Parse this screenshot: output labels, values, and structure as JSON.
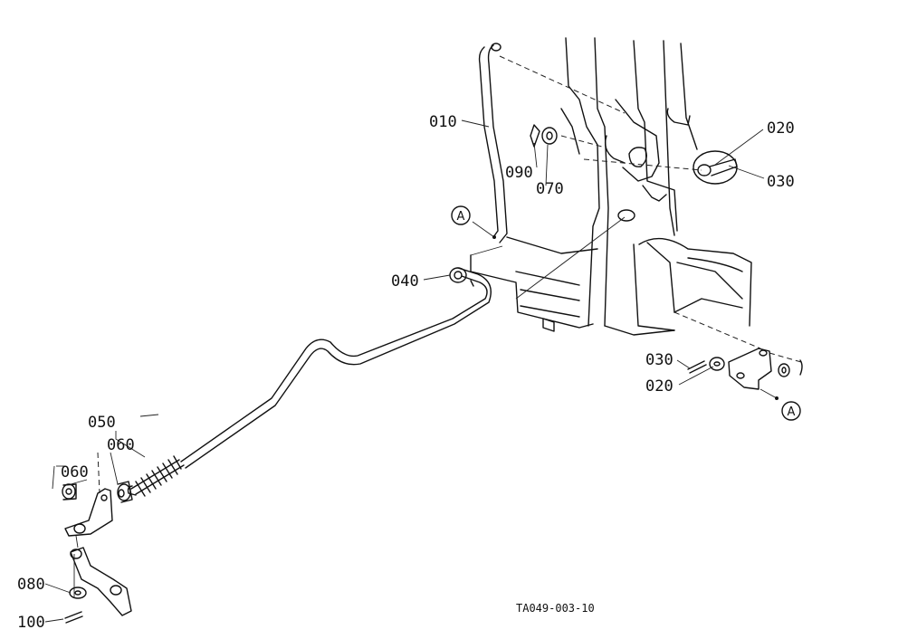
{
  "diagram": {
    "ref_code": "TA049-003-10",
    "callouts": [
      {
        "id": "c010",
        "text": "010"
      },
      {
        "id": "c020a",
        "text": "020"
      },
      {
        "id": "c030a",
        "text": "030"
      },
      {
        "id": "c090",
        "text": "090"
      },
      {
        "id": "c070",
        "text": "070"
      },
      {
        "id": "c040",
        "text": "040"
      },
      {
        "id": "c030b",
        "text": "030"
      },
      {
        "id": "c020b",
        "text": "020"
      },
      {
        "id": "c050",
        "text": "050"
      },
      {
        "id": "c060a",
        "text": "060"
      },
      {
        "id": "c060b",
        "text": "060"
      },
      {
        "id": "c080",
        "text": "080"
      },
      {
        "id": "c100",
        "text": "100"
      }
    ],
    "markers": [
      {
        "id": "mA1",
        "text": "A"
      },
      {
        "id": "mA2",
        "text": "A"
      }
    ]
  }
}
